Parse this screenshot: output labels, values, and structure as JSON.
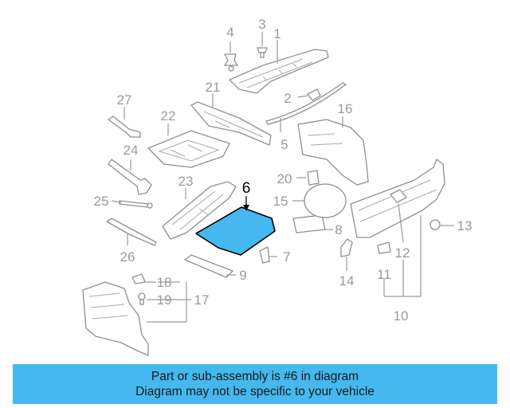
{
  "diagram": {
    "highlight_color": "#45b8ef",
    "highlighted_callout": "6",
    "callouts": {
      "c1": "1",
      "c2": "2",
      "c3": "3",
      "c4": "4",
      "c5": "5",
      "c6": "6",
      "c7": "7",
      "c8": "8",
      "c9": "9",
      "c10": "10",
      "c11": "11",
      "c12": "12",
      "c13": "13",
      "c14": "14",
      "c15": "15",
      "c16": "16",
      "c17": "17",
      "c18": "18",
      "c19": "19",
      "c20": "20",
      "c21": "21",
      "c22": "22",
      "c23": "23",
      "c24": "24",
      "c25": "25",
      "c26": "26",
      "c27": "27"
    }
  },
  "banner": {
    "line1": "Part or sub-assembly is #6 in diagram",
    "line2": "Diagram may not be specific to your vehicle",
    "background": "#45b8ef"
  }
}
